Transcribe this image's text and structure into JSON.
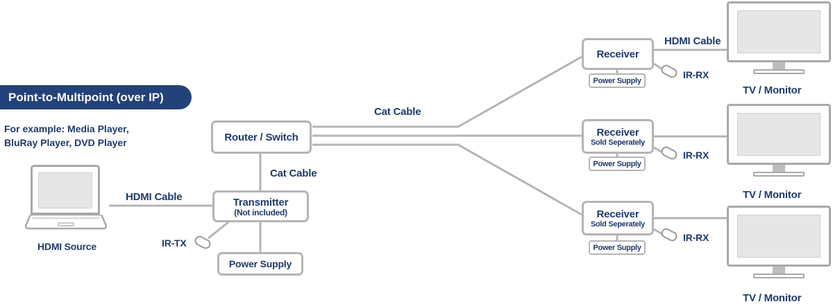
{
  "title": "Point-to-Multipoint (over IP)",
  "example_lines": [
    "For example: Media Player,",
    "BluRay Player, DVD Player"
  ],
  "source_label": "HDMI Source",
  "links": {
    "hdmi_cable_source": "HDMI Cable",
    "cat_cable_vertical": "Cat Cable",
    "cat_cable_top": "Cat Cable",
    "hdmi_cable_top": "HDMI Cable"
  },
  "router": {
    "label": "Router / Switch"
  },
  "transmitter": {
    "label": "Transmitter",
    "note": "(Not included)",
    "ir": "IR-TX",
    "power": "Power Supply"
  },
  "receivers": [
    {
      "label": "Receiver",
      "note": "",
      "power": "Power Supply",
      "ir": "IR-RX",
      "display": "TV / Monitor"
    },
    {
      "label": "Receiver",
      "note": "Sold Seperately",
      "power": "Power Supply",
      "ir": "IR-RX",
      "display": "TV / Monitor"
    },
    {
      "label": "Receiver",
      "note": "Sold Seperately",
      "power": "Power Supply",
      "ir": "IR-RX",
      "display": "TV / Monitor"
    }
  ],
  "colors": {
    "navy": "#1f3a6b",
    "badge": "#23427a",
    "line": "#b4b4b4"
  },
  "icons": [
    "laptop-icon",
    "tv-monitor-icon",
    "ir-sensor-icon"
  ]
}
